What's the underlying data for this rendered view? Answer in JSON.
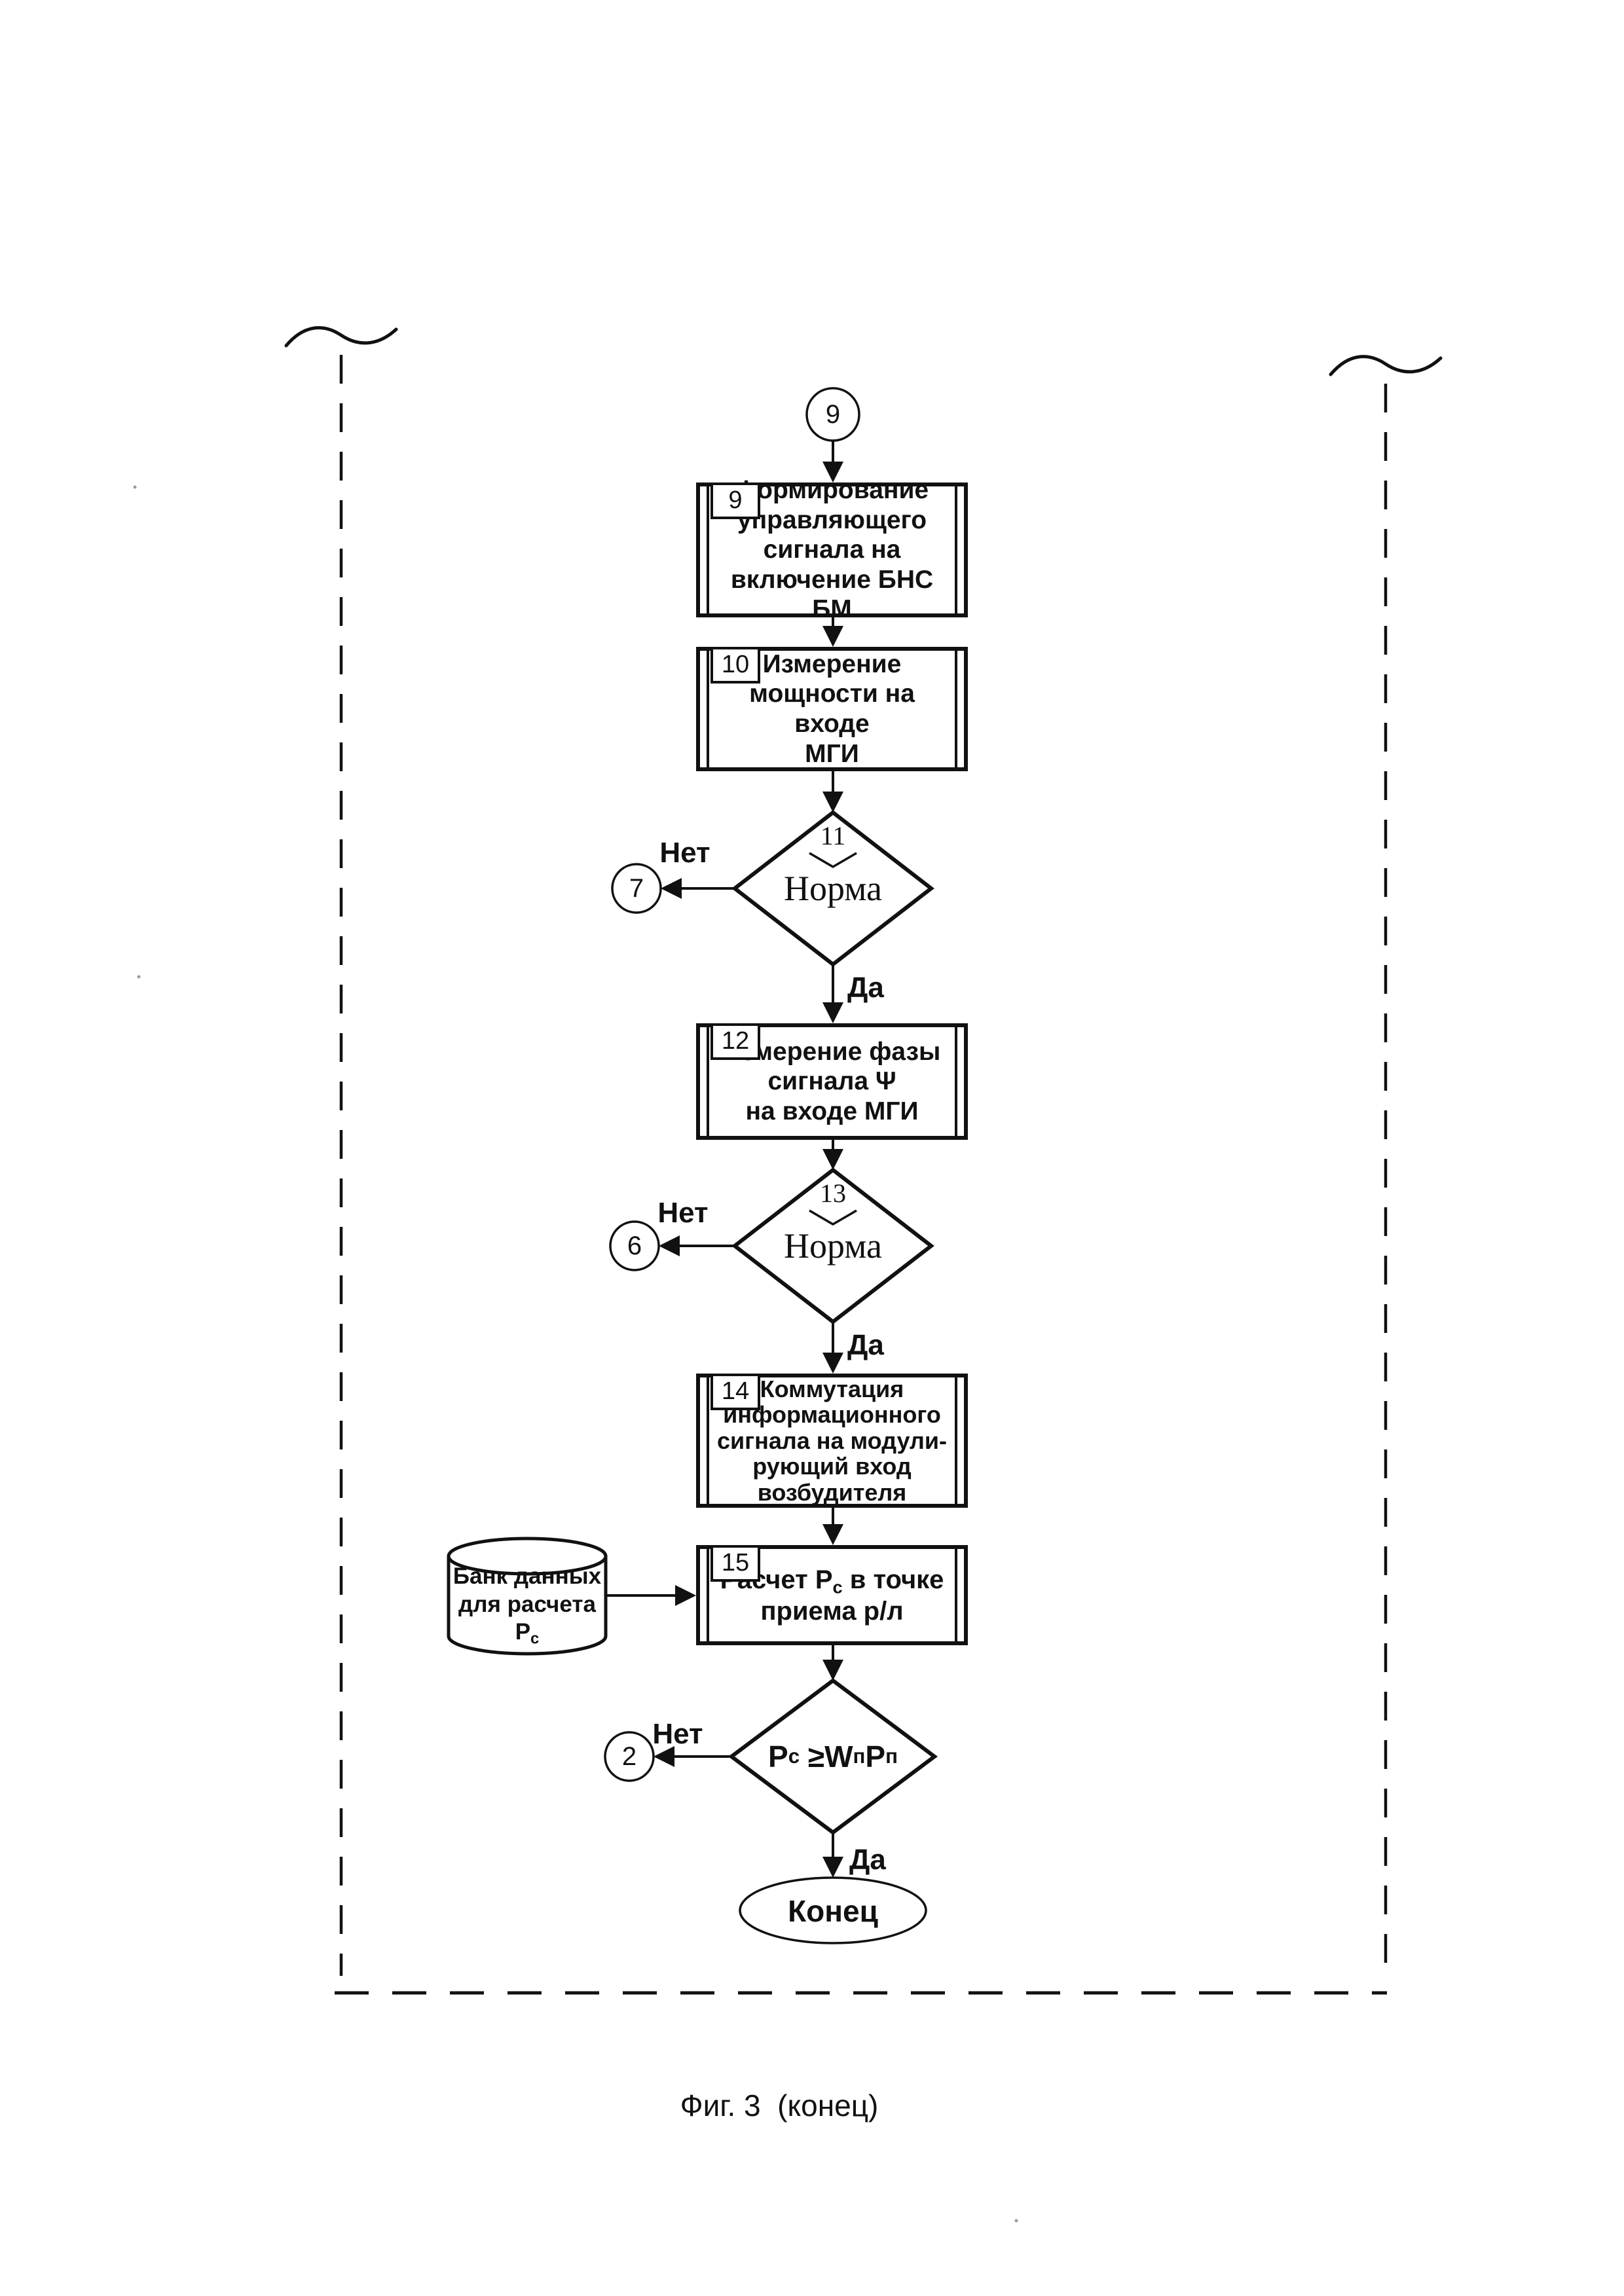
{
  "page": {
    "caption": "Фиг. 3  (конец)"
  },
  "colors": {
    "ink": "#111111",
    "paper": "#ffffff"
  },
  "flow": {
    "entry": {
      "label": "9"
    },
    "p9": {
      "number": "9",
      "text": "Формирование\nуправляющего\nсигнала на\nвключение БНС БМ"
    },
    "p10": {
      "number": "10",
      "text": "Измерение\nмощности на входе\nМГИ"
    },
    "d11": {
      "number": "11",
      "question": "Норма",
      "no": "Нет",
      "yes": "Да",
      "no_target": "7"
    },
    "p12": {
      "number": "12",
      "text": "Измерение фазы\nсигнала Ψ\nна входе МГИ"
    },
    "d13": {
      "number": "13",
      "question": "Норма",
      "no": "Нет",
      "yes": "Да",
      "no_target": "6"
    },
    "p14": {
      "number": "14",
      "text": "Коммутация\nинформационного\nсигнала на модули-\nрующий вход\nвозбудителя"
    },
    "p15": {
      "number": "15",
      "line1_pre": "Расчет P",
      "line1_sub": "с",
      "line1_post": " в точке",
      "line2": "приема р/л"
    },
    "datastore": {
      "line1": "Банк данных",
      "line2": "для расчета",
      "line3_main": "P",
      "line3_sub": "с"
    },
    "d16": {
      "f1": "P",
      "f1s": "с",
      "f2": " ≥W",
      "f2s": "п",
      "f3": "P",
      "f3s": "п",
      "no": "Нет",
      "yes": "Да",
      "no_target": "2"
    },
    "end": {
      "label": "Конец"
    }
  }
}
